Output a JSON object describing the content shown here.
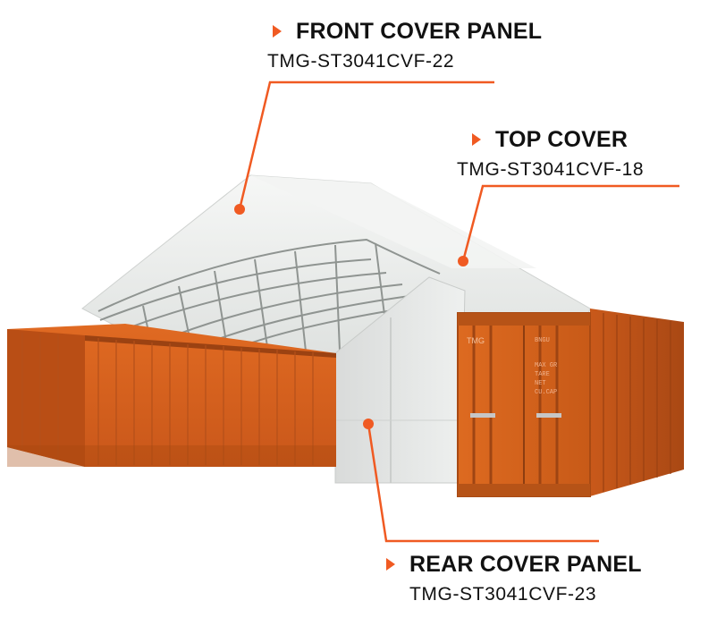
{
  "labels": {
    "front": {
      "title": "FRONT COVER PANEL",
      "code": "TMG-ST3041CVF-22"
    },
    "top": {
      "title": "TOP COVER",
      "code": "TMG-ST3041CVF-18"
    },
    "rear": {
      "title": "REAR COVER PANEL",
      "code": "TMG-ST3041CVF-23"
    }
  },
  "container_markings": [
    "TMG"
  ],
  "colors": {
    "accent": "#f05a22",
    "container": "#d8621c",
    "cover": "#e9ebea",
    "text": "#111111"
  },
  "icons": [
    "play-arrow-icon"
  ]
}
